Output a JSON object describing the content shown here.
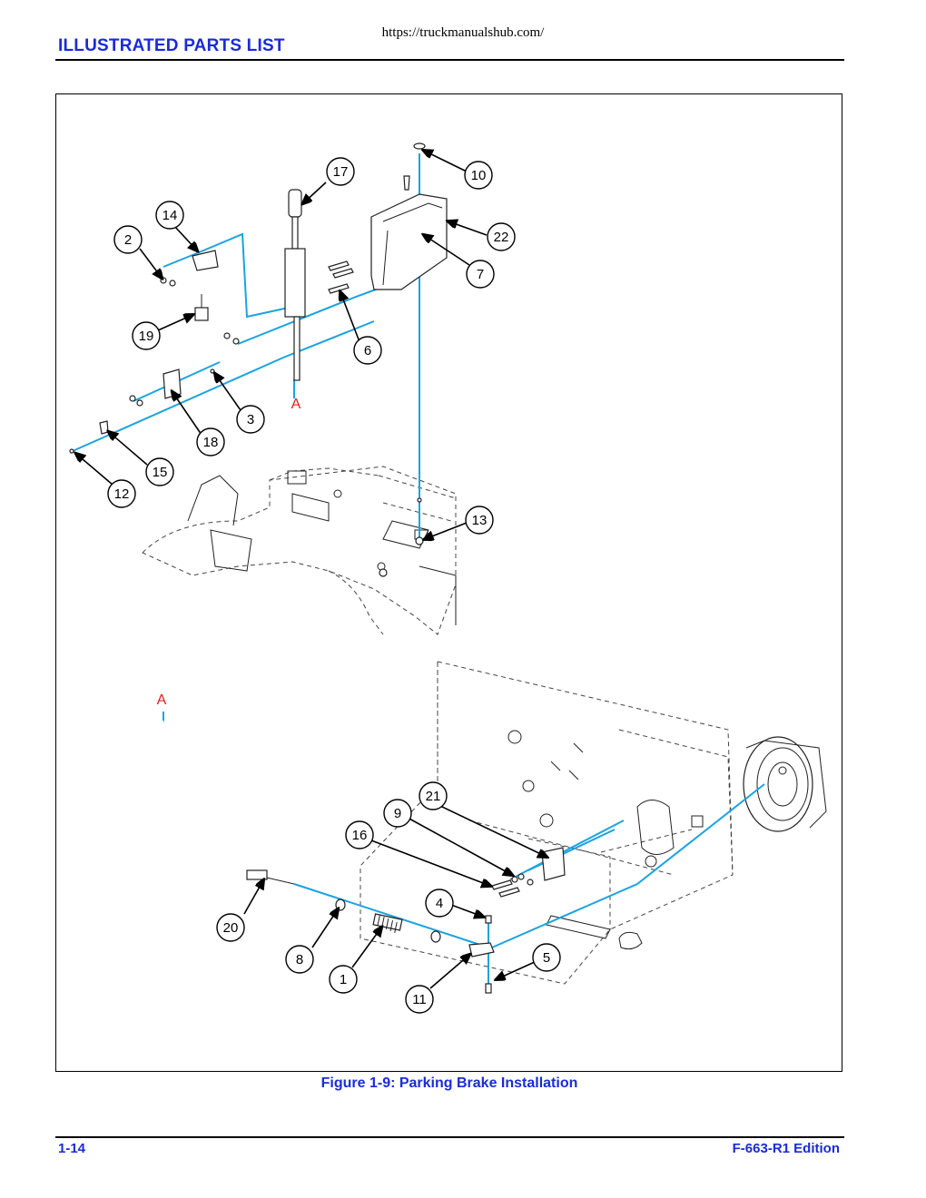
{
  "header": {
    "url": "https://truckmanualshub.com/",
    "section_title": "ILLUSTRATED PARTS LIST"
  },
  "figure": {
    "caption": "Figure 1-9:  Parking Brake Installation",
    "reference_letters": [
      "A",
      "A"
    ],
    "callouts": [
      "1",
      "2",
      "3",
      "4",
      "5",
      "6",
      "7",
      "8",
      "9",
      "10",
      "11",
      "12",
      "13",
      "14",
      "15",
      "16",
      "17",
      "18",
      "19",
      "20",
      "21",
      "22"
    ]
  },
  "footer": {
    "page_number": "1-14",
    "edition": "F-663-R1 Edition"
  }
}
